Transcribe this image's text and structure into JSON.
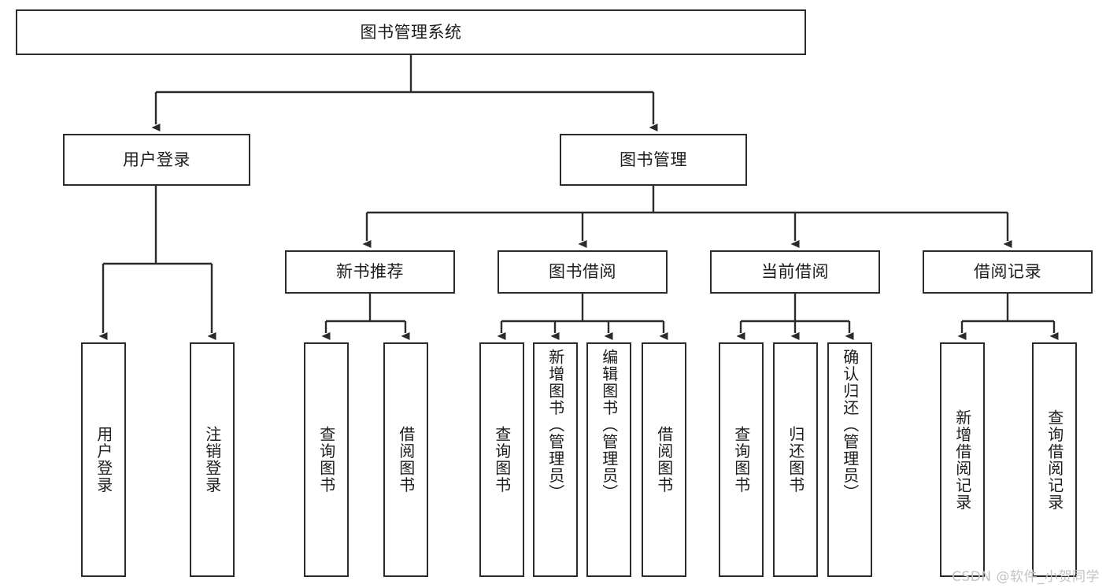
{
  "diagram": {
    "title": "图书管理系统",
    "type": "tree",
    "orientation": "top-down",
    "colors": {
      "border": "#2b2b2b",
      "fill": "#ffffff",
      "text": "#1d1d1d",
      "connector": "#2b2b2b",
      "watermark": "#c2c2c2"
    }
  },
  "root": {
    "label": "图书管理系统"
  },
  "level1": [
    {
      "label": "用户登录"
    },
    {
      "label": "图书管理"
    }
  ],
  "level2": [
    {
      "label": "新书推荐"
    },
    {
      "label": "图书借阅"
    },
    {
      "label": "当前借阅"
    },
    {
      "label": "借阅记录"
    }
  ],
  "leaves": {
    "user_login": [
      {
        "label": "用户登录"
      },
      {
        "label": "注销登录"
      }
    ],
    "new_book_recommend": [
      {
        "label": "查询图书"
      },
      {
        "label": "借阅图书"
      }
    ],
    "book_borrow": [
      {
        "label": "查询图书"
      },
      {
        "label": "新增图书（管理员）"
      },
      {
        "label": "编辑图书（管理员）"
      },
      {
        "label": "借阅图书"
      }
    ],
    "current_borrow": [
      {
        "label": "查询图书"
      },
      {
        "label": "归还图书"
      },
      {
        "label": "确认归还（管理员）"
      }
    ],
    "borrow_record": [
      {
        "label": "新增借阅记录"
      },
      {
        "label": "查询借阅记录"
      }
    ]
  },
  "watermark": {
    "text": "CSDN @软件_小贺同学"
  }
}
